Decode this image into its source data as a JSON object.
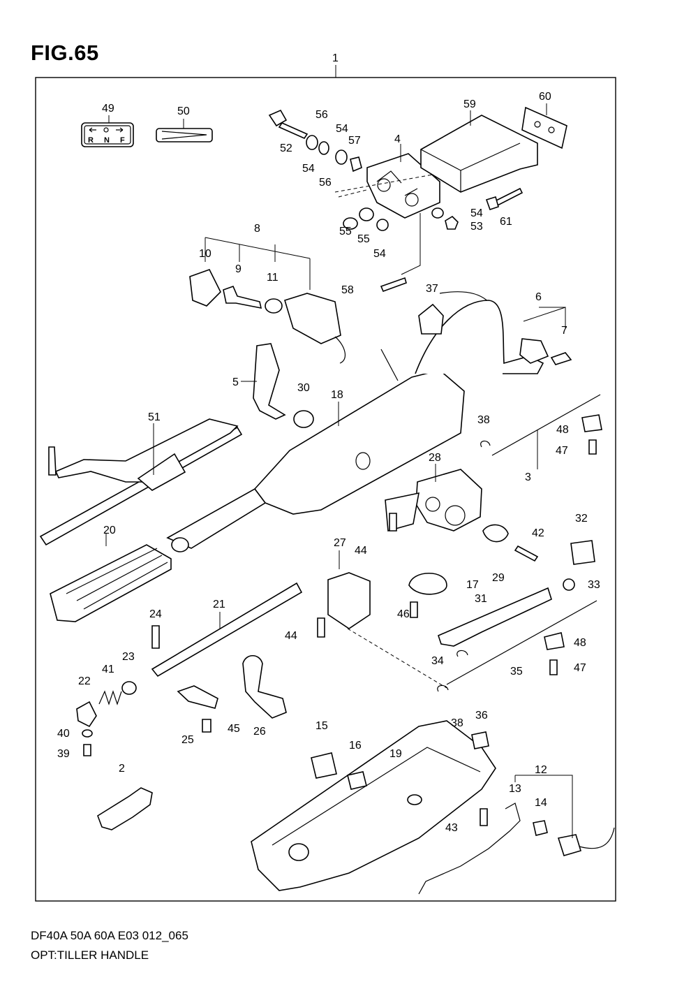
{
  "figure_title": "FIG.65",
  "footer": {
    "model_line": "DF40A 50A 60A E03 012_065",
    "caption": "OPT:TILLER HANDLE"
  },
  "shift_label": {
    "letters": [
      "R",
      "N",
      "F"
    ]
  },
  "callouts": [
    "1",
    "2",
    "3",
    "4",
    "5",
    "6",
    "7",
    "8",
    "9",
    "10",
    "11",
    "12",
    "13",
    "14",
    "15",
    "16",
    "17",
    "18",
    "19",
    "20",
    "21",
    "22",
    "23",
    "24",
    "25",
    "26",
    "27",
    "28",
    "29",
    "30",
    "31",
    "32",
    "33",
    "34",
    "35",
    "36",
    "37",
    "38",
    "38",
    "39",
    "40",
    "41",
    "42",
    "43",
    "44",
    "44",
    "45",
    "46",
    "47",
    "47",
    "48",
    "48",
    "49",
    "50",
    "51",
    "52",
    "53",
    "54",
    "54",
    "54",
    "54",
    "55",
    "55",
    "56",
    "56",
    "57",
    "58",
    "59",
    "60",
    "61"
  ]
}
